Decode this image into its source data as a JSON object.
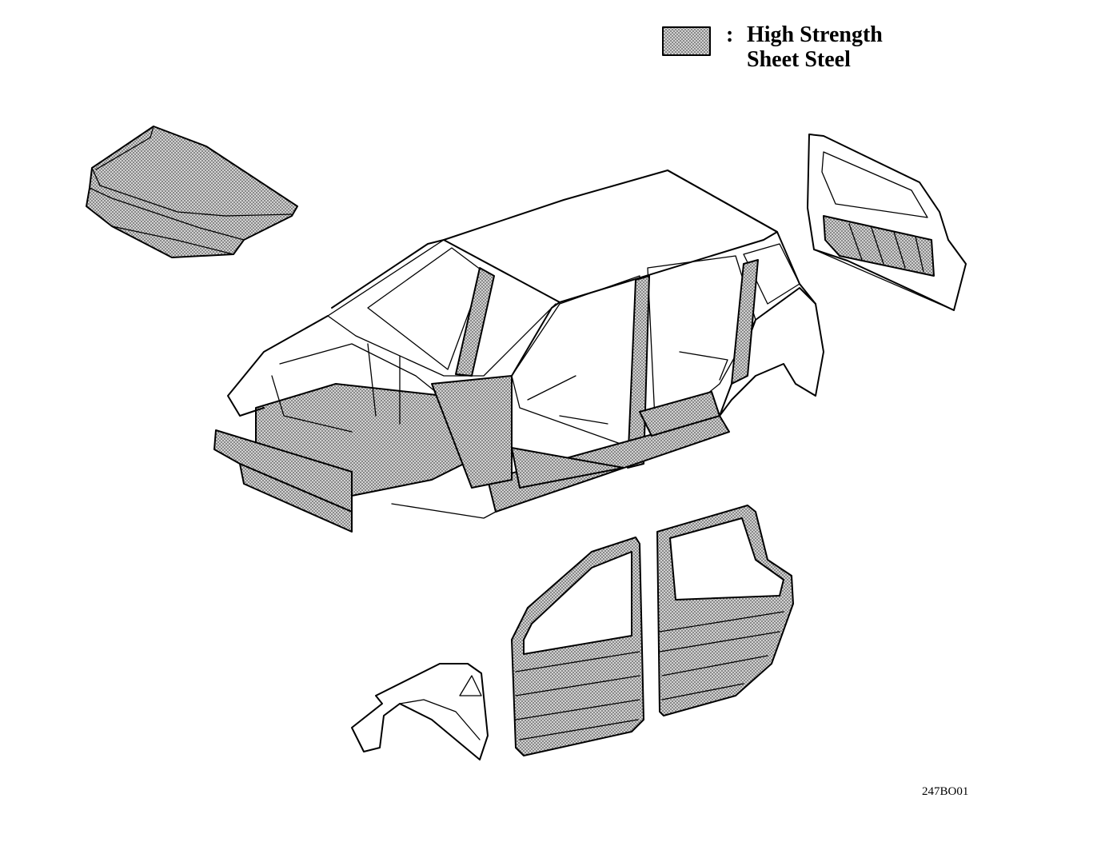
{
  "legend": {
    "colon": ":",
    "line1": "High Strength",
    "line2": "Sheet Steel"
  },
  "figure_id": "247BO01",
  "colors": {
    "hatch_fill": "#c8c8c8",
    "line": "#000000"
  }
}
